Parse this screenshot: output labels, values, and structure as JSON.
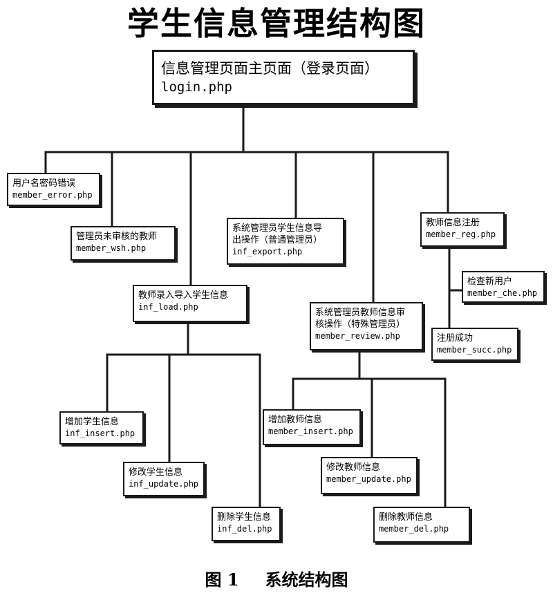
{
  "diagram": {
    "title": "学生信息管理结构图",
    "caption_label": "图 1",
    "caption_text": "系统结构图",
    "nodes": {
      "login": {
        "name": "信息管理页面主页面（登录页面）",
        "file": "login.php"
      },
      "member_error": {
        "name": "用户名密码错误",
        "file": "member_error.php"
      },
      "member_wsh": {
        "name": "管理员未审核的教师",
        "file": "member_wsh.php"
      },
      "inf_load": {
        "name": "教师录入导入学生信息",
        "file": "inf_load.php"
      },
      "inf_export": {
        "name_line1": "系统管理员学生信息导",
        "name_line2": "出操作（普通管理员）",
        "file": "inf_export.php"
      },
      "member_review": {
        "name_line1": "系统管理员教师信息审",
        "name_line2": "核操作（特殊管理员）",
        "file": "member_review.php"
      },
      "member_reg": {
        "name": "教师信息注册",
        "file": "member_reg.php"
      },
      "member_che": {
        "name": "检查新用户",
        "file": "member_che.php"
      },
      "member_succ": {
        "name": "注册成功",
        "file": "member_succ.php"
      },
      "inf_insert": {
        "name": "增加学生信息",
        "file": "inf_insert.php"
      },
      "inf_update": {
        "name": "修改学生信息",
        "file": "inf_update.php"
      },
      "inf_del": {
        "name": "删除学生信息",
        "file": "inf_del.php"
      },
      "member_insert": {
        "name": "增加教师信息",
        "file": "member_insert.php"
      },
      "member_update": {
        "name": "修改教师信息",
        "file": "member_update.php"
      },
      "member_del": {
        "name": "删除教师信息",
        "file": "member_del.php"
      }
    }
  }
}
